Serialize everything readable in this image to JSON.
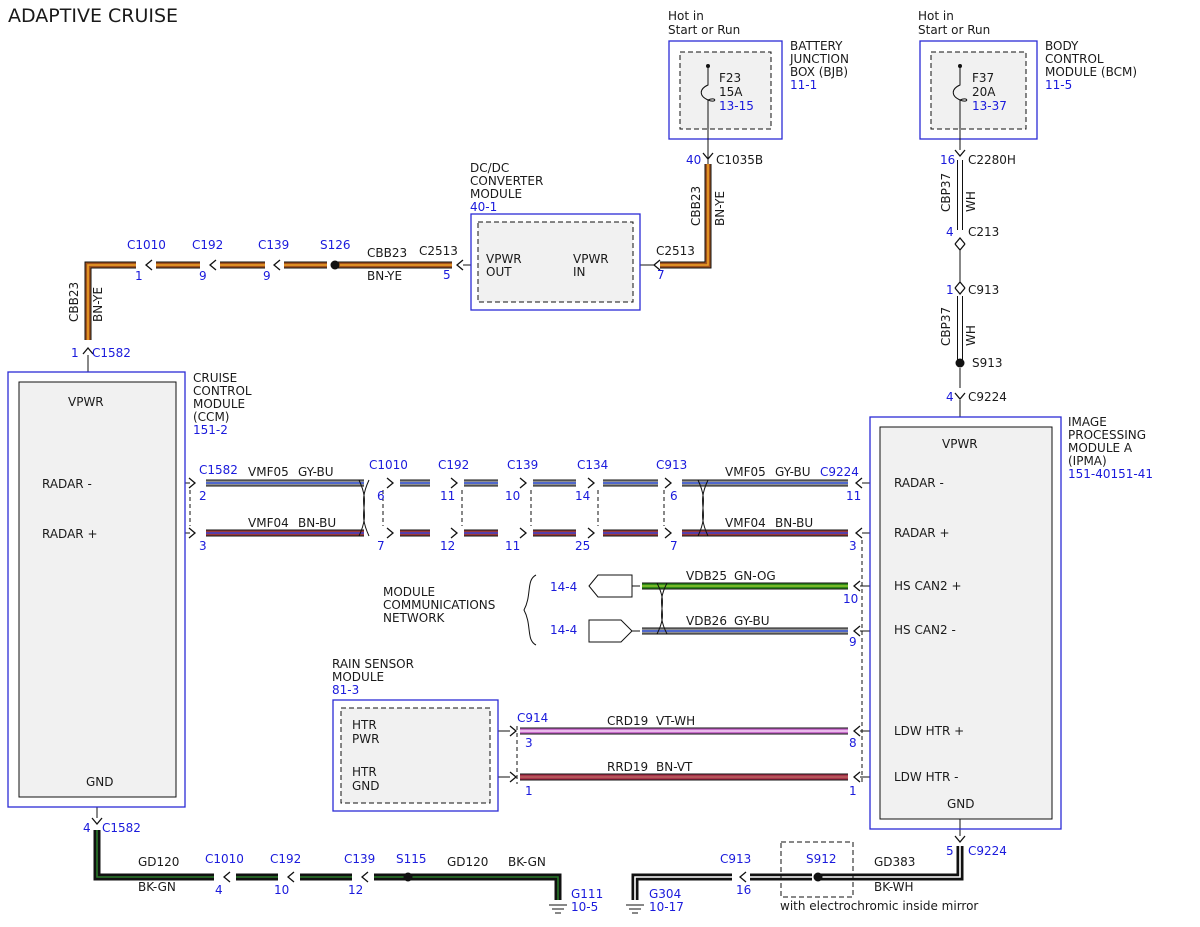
{
  "title": "ADAPTIVE CRUISE",
  "colors": {
    "BN-YE": [
      "#a3521c",
      "#f0a226"
    ],
    "GY-BU": [
      "#8f8f8f",
      "#3c5ce0"
    ],
    "BN-BU": [
      "#9a3a3a",
      "#4040d0"
    ],
    "GN-OG": [
      "#2f8a18",
      "#8ec82e"
    ],
    "VT-WH": [
      "#c86ccb",
      "#f6d3f6"
    ],
    "BN-VT": [
      "#a8344a",
      "#b96060"
    ],
    "BK-GN": [
      "#111111",
      "#2a7a2a"
    ],
    "BK-WH": [
      "#111111",
      "#ffffff"
    ],
    "WH": [
      "#b5b5b5",
      "#ffffff"
    ]
  },
  "bjb": {
    "hot": [
      "Hot in",
      "Start or Run"
    ],
    "name": [
      "BATTERY",
      "JUNCTION",
      "BOX (BJB)"
    ],
    "ref": "11-1",
    "fuse": [
      "F23",
      "15A"
    ],
    "fuse_ref": "13-15",
    "pin": "40",
    "conn": "C1035B",
    "circuit": "CBB23",
    "color": "BN-YE"
  },
  "bcm": {
    "hot": [
      "Hot in",
      "Start or Run"
    ],
    "name": [
      "BODY",
      "CONTROL",
      "MODULE (BCM)"
    ],
    "ref": "11-5",
    "fuse": [
      "F37",
      "20A"
    ],
    "fuse_ref": "13-37",
    "pin": "16",
    "conn": "C2280H",
    "circuit": "CBP37",
    "color": "WH",
    "c213_pin": "4",
    "c213": "C213",
    "c913_pin": "1",
    "c913": "C913",
    "splice": "S913",
    "c9224_pin": "4",
    "c9224": "C9224"
  },
  "dcdc": {
    "name": [
      "DC/DC",
      "CONVERTER",
      "MODULE"
    ],
    "ref": "40-1",
    "out": [
      "VPWR",
      "OUT"
    ],
    "in": [
      "VPWR",
      "IN"
    ],
    "in_conn": "C2513",
    "in_pin": "7",
    "out_conn": "C2513",
    "out_pin": "5"
  },
  "top_run": {
    "circuit": "CBB23",
    "color": "BN-YE",
    "splice": "S126",
    "connectors": [
      {
        "name": "C1010",
        "pin": "1"
      },
      {
        "name": "C192",
        "pin": "9"
      },
      {
        "name": "C139",
        "pin": "9"
      }
    ]
  },
  "ccm": {
    "name": [
      "CRUISE",
      "CONTROL",
      "MODULE",
      "(CCM)"
    ],
    "ref": "151-2",
    "vpwr": "VPWR",
    "radar_minus": "RADAR -",
    "radar_plus": "RADAR +",
    "gnd": "GND",
    "top_pin": "1",
    "top_conn": "C1582",
    "feed_circuit": "CBB23",
    "feed_color": "BN-YE",
    "bottom_pin": "4",
    "bottom_conn": "C1582"
  },
  "ipma": {
    "name": [
      "IMAGE",
      "PROCESSING",
      "MODULE A",
      "(IPMA)"
    ],
    "ref": "151-40151-41",
    "pins": [
      "VPWR",
      "RADAR -",
      "RADAR +",
      "HS CAN2 +",
      "HS CAN2 -",
      "LDW HTR +",
      "LDW HTR -",
      "GND"
    ],
    "bottom_pin": "5",
    "bottom_conn": "C9224"
  },
  "radar": {
    "left_conn": "C1582",
    "right_conn": "C9224",
    "minus": {
      "circuit": "VMF05",
      "color": "GY-BU",
      "left_pin": "2",
      "right_pin": "11"
    },
    "plus": {
      "circuit": "VMF04",
      "color": "BN-BU",
      "left_pin": "3",
      "right_pin": "3"
    },
    "connectors": [
      {
        "name": "C1010",
        "minus_pin": "6",
        "plus_pin": "7"
      },
      {
        "name": "C192",
        "minus_pin": "11",
        "plus_pin": "12"
      },
      {
        "name": "C139",
        "minus_pin": "10",
        "plus_pin": "11"
      },
      {
        "name": "C134",
        "minus_pin": "14",
        "plus_pin": "25"
      },
      {
        "name": "C913",
        "minus_pin": "6",
        "plus_pin": "7"
      }
    ]
  },
  "network": {
    "label": [
      "MODULE",
      "COMMUNICATIONS",
      "NETWORK"
    ],
    "can_plus": {
      "ref": "14-4",
      "circuit": "VDB25",
      "color": "GN-OG",
      "pin": "10"
    },
    "can_minus": {
      "ref": "14-4",
      "circuit": "VDB26",
      "color": "GY-BU",
      "pin": "9"
    }
  },
  "rain": {
    "name": [
      "RAIN SENSOR",
      "MODULE"
    ],
    "ref": "81-3",
    "pwr": [
      "HTR",
      "PWR"
    ],
    "gnd": [
      "HTR",
      "GND"
    ],
    "conn": "C914",
    "pwr_pin": "3",
    "gnd_pin": "1",
    "pwr_wire": {
      "circuit": "CRD19",
      "color": "VT-WH",
      "ipma_pin": "8"
    },
    "gnd_wire": {
      "circuit": "RRD19",
      "color": "BN-VT",
      "ipma_pin": "1"
    }
  },
  "ground_left": {
    "circuit": "GD120",
    "color": "BK-GN",
    "splice": "S115",
    "connectors": [
      {
        "name": "C1010",
        "pin": "4"
      },
      {
        "name": "C192",
        "pin": "10"
      },
      {
        "name": "C139",
        "pin": "12"
      }
    ],
    "ground": "G111",
    "ground_ref": "10-5"
  },
  "ground_right": {
    "circuit": "GD383",
    "color": "BK-WH",
    "splice": "S912",
    "note": "with electrochromic inside mirror",
    "conn": "C913",
    "pin": "16",
    "ground": "G304",
    "ground_ref": "10-17"
  }
}
